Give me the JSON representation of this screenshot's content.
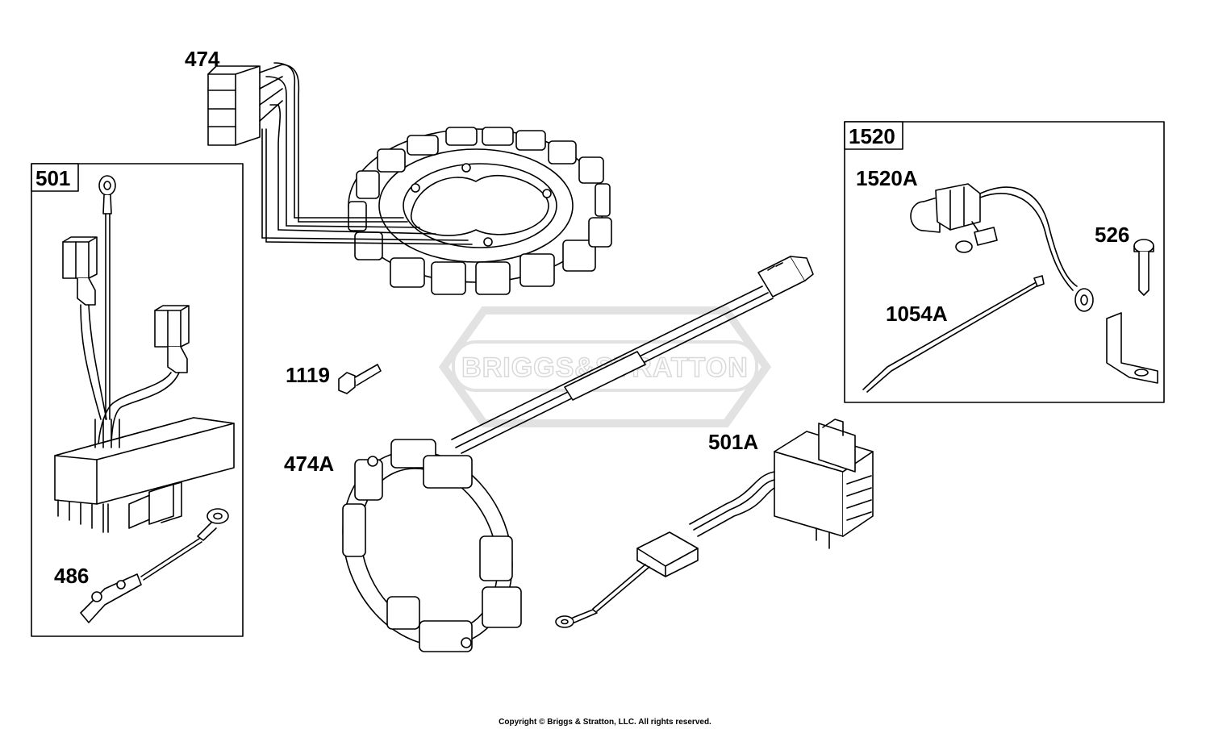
{
  "diagram": {
    "watermark": "BRIGGS&STRATTON",
    "copyright": "Copyright © Briggs & Stratton, LLC. All rights reserved.",
    "boxes": {
      "b501": "501",
      "b1520": "1520"
    },
    "callouts": {
      "c474": "474",
      "c501": "501",
      "c1520": "1520",
      "c1520A": "1520A",
      "c526": "526",
      "c1054A": "1054A",
      "c1119": "1119",
      "c474A": "474A",
      "c501A": "501A",
      "c486": "486"
    }
  }
}
